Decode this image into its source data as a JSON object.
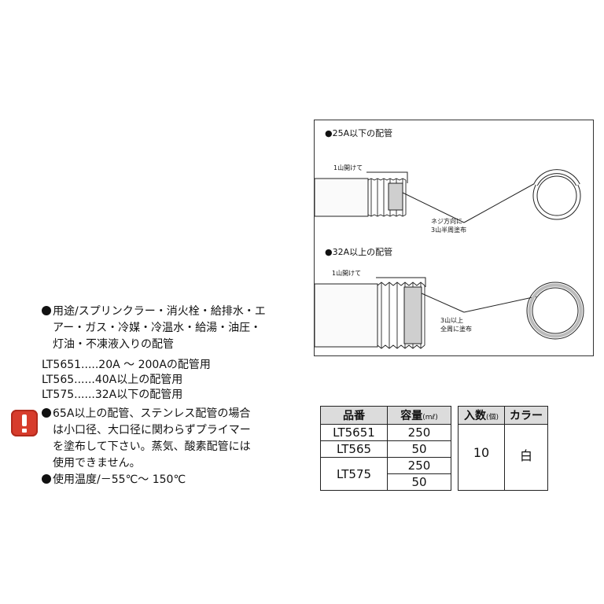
{
  "diagram": {
    "section1": {
      "title": "●25A以下の配管",
      "thread_label": "1山開けて",
      "apply_label_line1": "ネジ方向に",
      "apply_label_line2": "3山半周塗布"
    },
    "section2": {
      "title": "●32A以上の配管",
      "thread_label": "1山開けて",
      "apply_label_line1": "3山以上",
      "apply_label_line2": "全周に塗布"
    }
  },
  "usage": {
    "line1": "用途/スプリンクラー・消火栓・給排水・エ",
    "line2": "アー・ガス・冷媒・冷温水・給湯・油圧・",
    "line3": "灯油・不凍液入りの配管"
  },
  "models": [
    "LT5651.....20A ～ 200Aの配管用",
    "LT565......40A以上の配管用",
    "LT575......32A以下の配管用"
  ],
  "warning": {
    "line1": "65A以上の配管、ステンレス配管の場合",
    "line2": "は小口径、大口径に関わらずプライマー",
    "line3": "を塗布して下さい。蒸気、酸素配管には",
    "line4": "使用できません。"
  },
  "temperature": "使用温度/－55℃～ 150℃",
  "table": {
    "header_model": "品番",
    "header_capacity": "容量",
    "header_capacity_unit": "(mℓ)",
    "header_qty": "入数",
    "header_qty_unit": "(個)",
    "header_color": "カラー",
    "rows": [
      {
        "model": "LT5651",
        "capacity": "250"
      },
      {
        "model": "LT565",
        "capacity": "50"
      },
      {
        "model": "LT575",
        "capacity": "250"
      },
      {
        "model": "",
        "capacity": "50"
      }
    ],
    "qty": "10",
    "color": "白"
  }
}
